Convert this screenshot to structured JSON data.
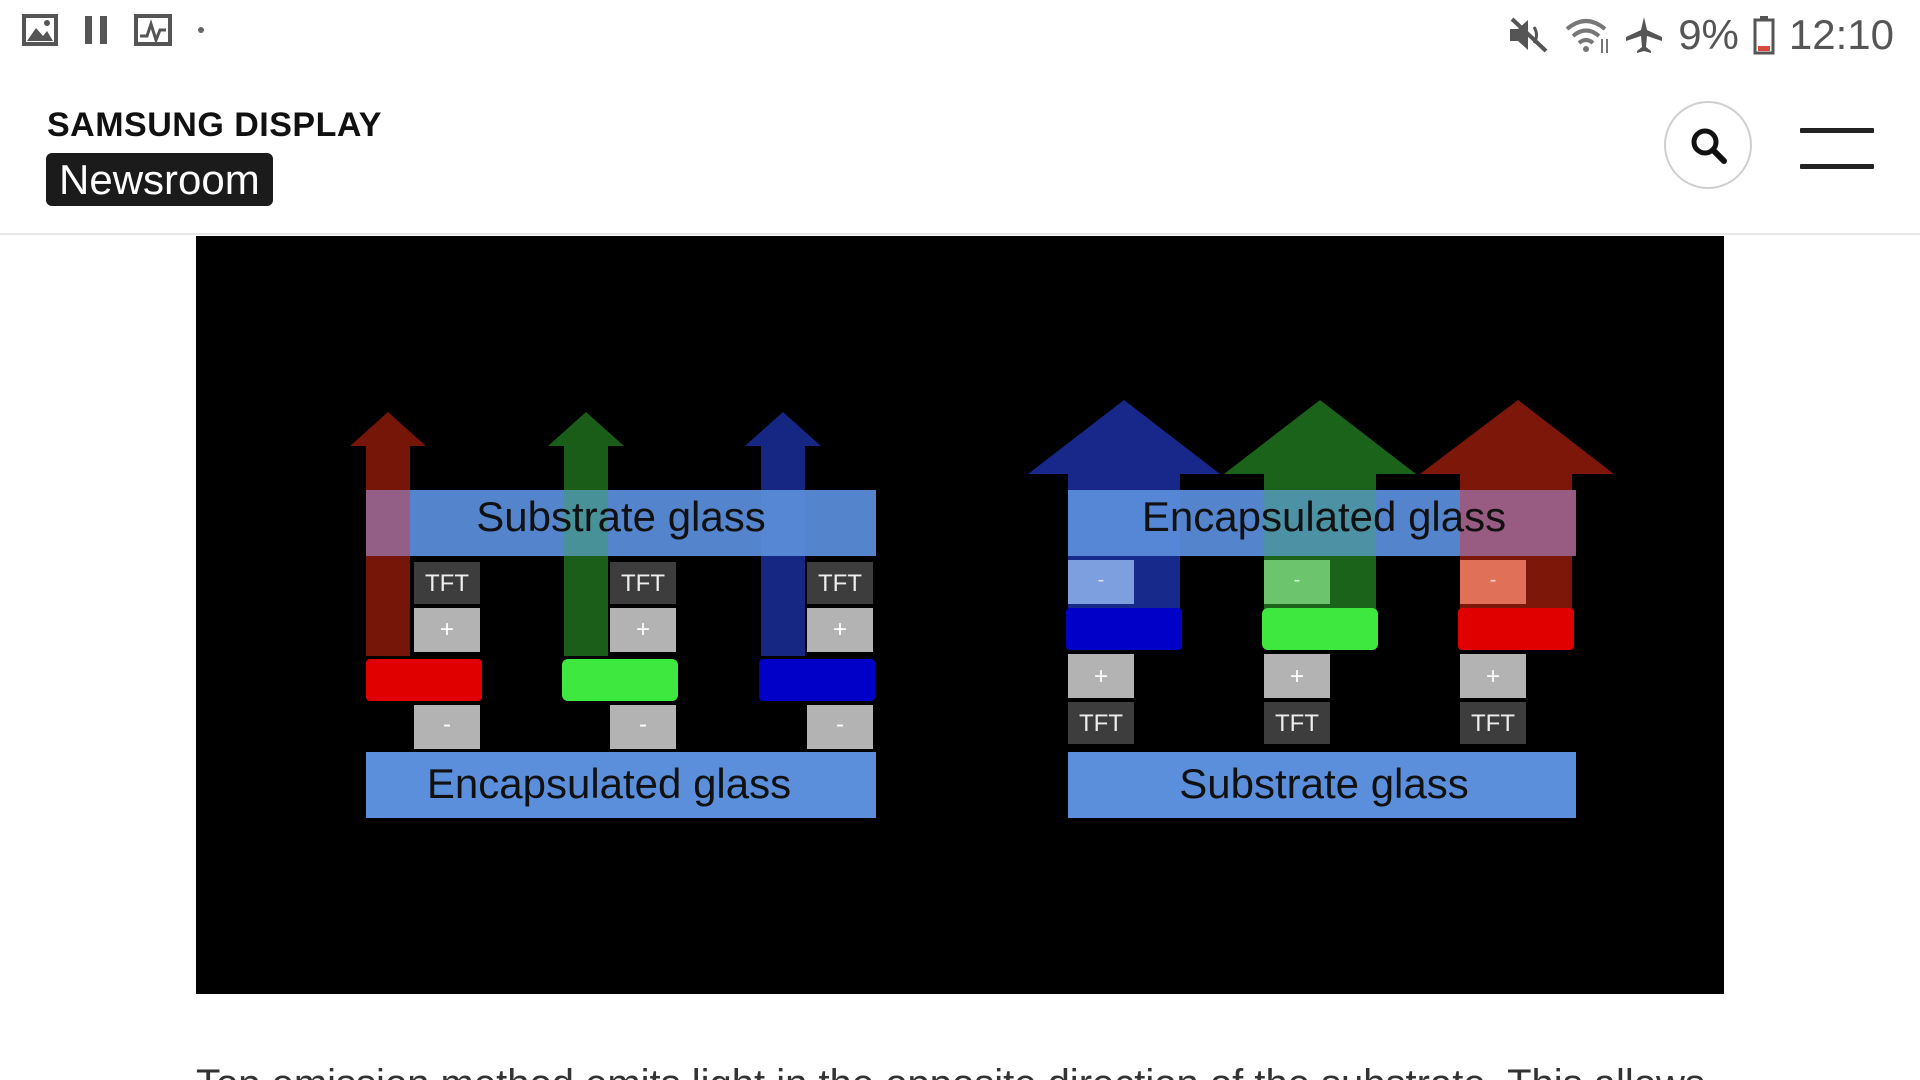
{
  "status_bar": {
    "icons_left": [
      "image-icon",
      "pause-icon",
      "activity-icon",
      "dot"
    ],
    "icons_right": [
      "mute-icon",
      "wifi-icon",
      "airplane-icon"
    ],
    "battery": "9%",
    "time": "12:10"
  },
  "header": {
    "brand": "SAMSUNG DISPLAY",
    "sub_brand": "Newsroom",
    "search_icon": "search-icon",
    "menu_icon": "hamburger-menu-icon"
  },
  "figure": {
    "left_diagram": {
      "top_layer": "Substrate glass",
      "bottom_layer": "Encapsulated glass",
      "tft_label": "TFT",
      "plus_label": "+",
      "minus_label": "-"
    },
    "right_diagram": {
      "top_layer": "Encapsulated glass",
      "bottom_layer": "Substrate glass",
      "tft_label": "TFT",
      "plus_label": "+",
      "minus_label": "-"
    },
    "colors": {
      "red_pixel": "#e00000",
      "green_pixel": "#3ee83e",
      "blue_pixel": "#0000c8",
      "glass": "#5b8fdc",
      "tft": "#3d3d3d",
      "electrode": "#b3b3b3"
    }
  },
  "body_text": "Top emission method emits light in the opposite direction of the substrate. This allows"
}
